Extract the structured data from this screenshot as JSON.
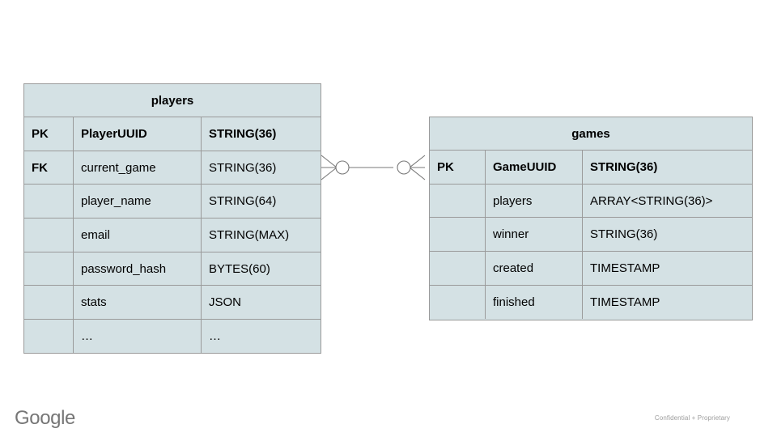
{
  "slide": {
    "background_color": "#ffffff",
    "entity_fill_color": "#d4e1e4",
    "entity_border_color": "#9a9a9a",
    "connector_color": "#777777"
  },
  "diagram": {
    "type": "entity-relationship",
    "notation": "crows-foot",
    "entities": [
      {
        "id": "players",
        "title": "players",
        "columns": [
          "key",
          "name",
          "type"
        ],
        "rows": [
          {
            "key": "PK",
            "name": "PlayerUUID",
            "type": "STRING(36)",
            "bold": true
          },
          {
            "key": "FK",
            "name": "current_game",
            "type": "STRING(36)",
            "bold": false
          },
          {
            "key": "",
            "name": "player_name",
            "type": "STRING(64)",
            "bold": false
          },
          {
            "key": "",
            "name": "email",
            "type": "STRING(MAX)",
            "bold": false
          },
          {
            "key": "",
            "name": "password_hash",
            "type": "BYTES(60)",
            "bold": false
          },
          {
            "key": "",
            "name": "stats",
            "type": "JSON",
            "bold": false
          },
          {
            "key": "",
            "name": "…",
            "type": "…",
            "bold": false
          }
        ]
      },
      {
        "id": "games",
        "title": "games",
        "columns": [
          "key",
          "name",
          "type"
        ],
        "rows": [
          {
            "key": "PK",
            "name": "GameUUID",
            "type": "STRING(36)",
            "bold": true
          },
          {
            "key": "",
            "name": "players",
            "type": "ARRAY<STRING(36)>",
            "bold": false
          },
          {
            "key": "",
            "name": "winner",
            "type": "STRING(36)",
            "bold": false
          },
          {
            "key": "",
            "name": "created",
            "type": "TIMESTAMP",
            "bold": false
          },
          {
            "key": "",
            "name": "finished",
            "type": "TIMESTAMP",
            "bold": false
          }
        ]
      }
    ],
    "relationship": {
      "from_entity": "players",
      "from_field": "current_game",
      "to_entity": "games",
      "to_field": "GameUUID",
      "from_cardinality": "zero-or-many",
      "to_cardinality": "zero-or-many"
    }
  },
  "footer": {
    "logo_text": "Google",
    "confidential_text": "Confidential + Proprietary"
  }
}
